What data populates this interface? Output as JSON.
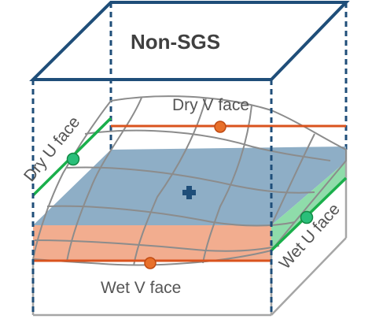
{
  "title": "Non-SGS",
  "faces": {
    "dry_v": "Dry V face",
    "dry_u": "Dry U face",
    "wet_v": "Wet V face",
    "wet_u": "Wet U face"
  },
  "colors": {
    "box_outline": "#1f4e79",
    "inner_box": "#a6a6a6",
    "grid_lines": "#8c8c8c",
    "blue_plane": "#8eaec6",
    "orange_layer": "#f2ad8f",
    "green_face": "#8fdcaa",
    "v_face_line": "#d9531e",
    "v_face_marker": "#e8702a",
    "u_face_line": "#1aaf4b",
    "u_face_marker": "#2abf7a",
    "center_marker": "#1f4e79"
  },
  "icons": {
    "center": "plus-marker"
  }
}
